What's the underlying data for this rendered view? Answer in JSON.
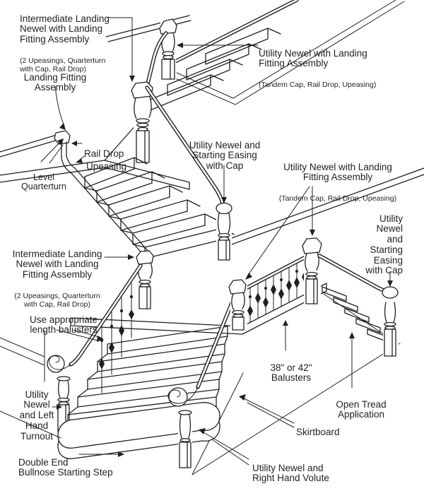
{
  "title": "Staircase parts diagram",
  "colors": {
    "ink": "#231f20",
    "background": "#ffffff"
  },
  "labels": {
    "intermediate_newel_top": {
      "text": "Intermediate Landing\nNewel with Landing\nFitting Assembly",
      "subtext": "(2 Upeasings, Quarterturn\nwith Cap, Rail Drop)"
    },
    "landing_fitting": {
      "text": "Landing Fitting\nAssembly"
    },
    "utility_newel_landing_top": {
      "text": "Utility Newel with Landing\nFitting Assembly",
      "subtext": "(Tandem Cap, Rail Drop, Upeasing)"
    },
    "rail_drop": {
      "text": "Rail Drop"
    },
    "upeasing": {
      "text": "Upeasing"
    },
    "level_quarterturn": {
      "text": "Level\nQuarterturn"
    },
    "utility_newel_starting_center": {
      "text": "Utility Newel and\nStarting Easing\nwith Cap"
    },
    "utility_newel_landing_mid": {
      "text": "Utility Newel with Landing\nFitting Assembly",
      "subtext": "(Tandem Cap, Rail Drop, Upeasing)"
    },
    "utility_newel_starting_right": {
      "text": "Utility\nNewel\nand\nStarting\nEasing\nwith Cap"
    },
    "intermediate_newel_mid": {
      "text": "Intermediate Landing\nNewel with Landing\nFitting Assembly",
      "subtext": "(2 Upeasings, Quarterturn\nwith Cap, Rail Drop)"
    },
    "use_balusters": {
      "text": "Use appropriate\nlength balusters"
    },
    "utility_newel_turnout": {
      "text": "Utility\nNewel\nand Left\nHand\nTurnout"
    },
    "double_end_bullnose": {
      "text": "Double End\nBullnose Starting Step"
    },
    "balusters_38_42": {
      "text": "38\" or 42\"\nBalusters"
    },
    "open_tread": {
      "text": "Open Tread\nApplication"
    },
    "skirtboard": {
      "text": "Skirtboard"
    },
    "utility_newel_volute": {
      "text": "Utility Newel and\nRight Hand Volute"
    }
  }
}
